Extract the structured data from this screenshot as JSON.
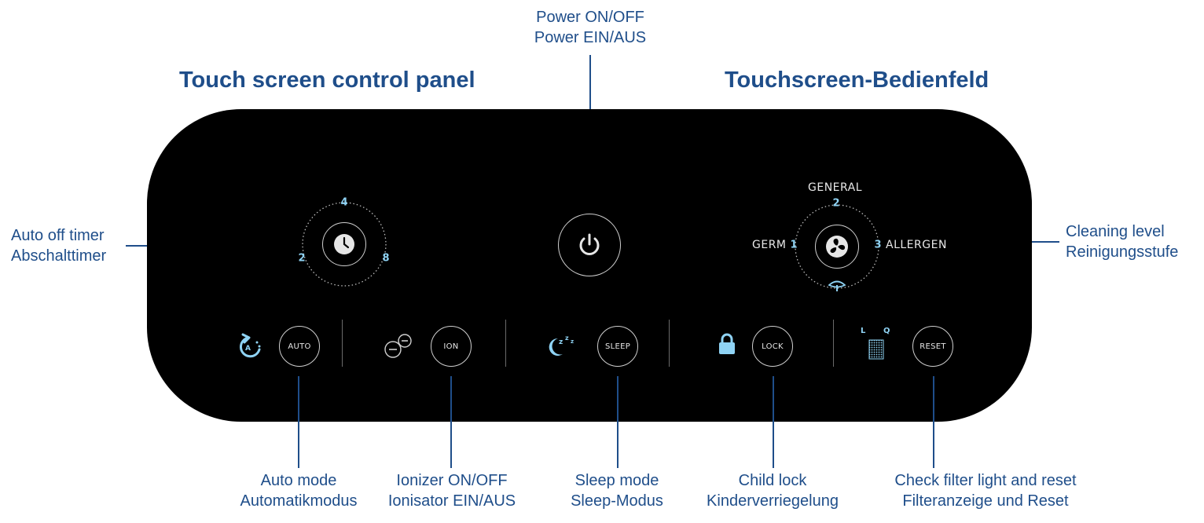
{
  "titles": {
    "left": "Touch screen control panel",
    "right": "Touchscreen-Bedienfeld"
  },
  "annotations": {
    "power": [
      "Power ON/OFF",
      "Power EIN/AUS"
    ],
    "timer": [
      "Auto off timer",
      "Abschalttimer"
    ],
    "cleaning": [
      "Cleaning level",
      "Reinigungsstufe"
    ],
    "auto": [
      "Auto mode",
      "Automatikmodus"
    ],
    "ionizer": [
      "Ionizer ON/OFF",
      "Ionisator EIN/AUS"
    ],
    "sleep": [
      "Sleep mode",
      "Sleep-Modus"
    ],
    "lock": [
      "Child lock",
      "Kinderverriegelung"
    ],
    "filter": [
      "Check filter light and reset",
      "Filteranzeige und Reset"
    ]
  },
  "panel": {
    "timer_dial": {
      "top": "4",
      "left": "2",
      "right": "8"
    },
    "fan_dial": {
      "top_word": "GENERAL",
      "top_num": "2",
      "left_word": "GERM",
      "left_num": "1",
      "right_word": "ALLERGEN",
      "right_num": "3"
    },
    "buttons": {
      "auto": "AUTO",
      "ion": "ION",
      "sleep": "SLEEP",
      "lock": "LOCK",
      "reset": "RESET"
    },
    "filter_indicator": {
      "low": "L",
      "quality": "Q"
    }
  },
  "colors": {
    "annotation": "#1f4e8a",
    "panel": "#000000",
    "accent": "#8fd3f4",
    "button_ring": "#cfcfcf"
  },
  "icons": [
    "clock-icon",
    "power-icon",
    "fan-icon",
    "auto-mode-icon",
    "ionizer-icon",
    "sleep-icon",
    "lock-icon",
    "filter-icon",
    "air-quality-icon"
  ]
}
